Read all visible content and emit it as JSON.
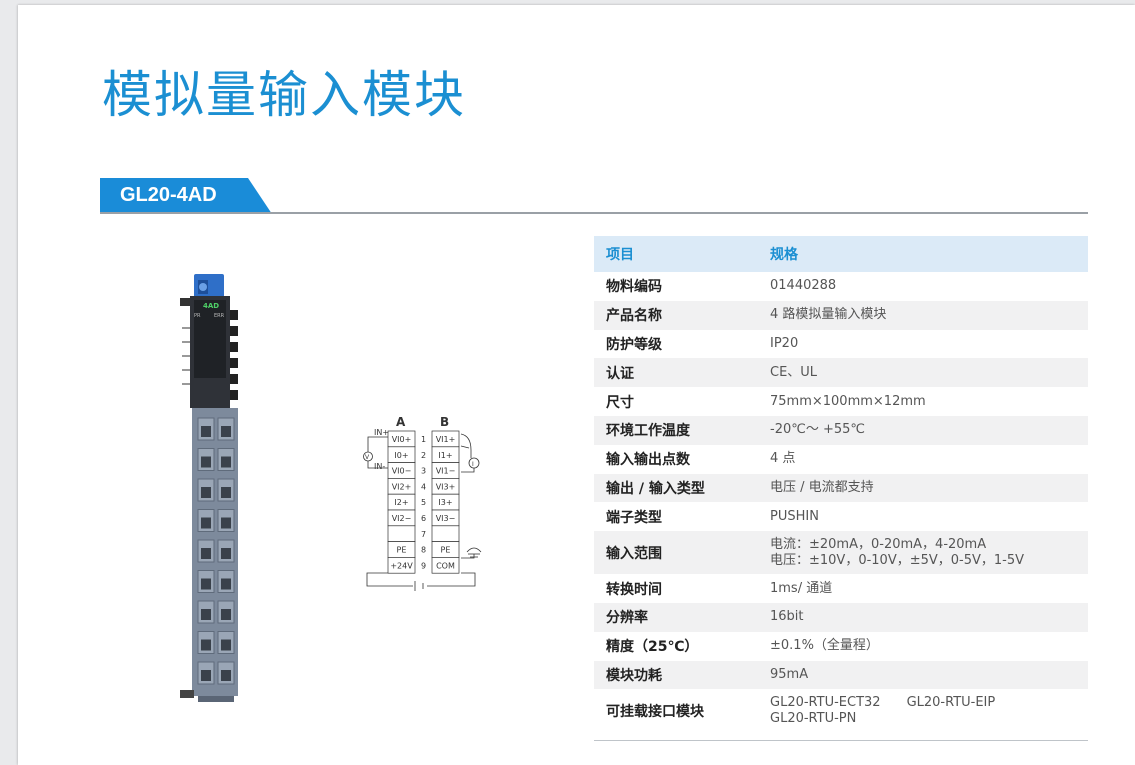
{
  "page": {
    "title": "模拟量输入模块",
    "model_tab": "GL20-4AD"
  },
  "module_image": {
    "front_label": "4AD",
    "led_labels": [
      "PR",
      "ERR"
    ]
  },
  "wiring": {
    "column_a": "A",
    "column_b": "B",
    "rows": [
      {
        "a": "VI0+",
        "num": "1",
        "b": "VI1+"
      },
      {
        "a": "I0+",
        "num": "2",
        "b": "I1+"
      },
      {
        "a": "VI0−",
        "num": "3",
        "b": "VI1−"
      },
      {
        "a": "VI2+",
        "num": "4",
        "b": "VI3+"
      },
      {
        "a": "I2+",
        "num": "5",
        "b": "I3+"
      },
      {
        "a": "VI2−",
        "num": "6",
        "b": "VI3−"
      },
      {
        "a": "",
        "num": "7",
        "b": ""
      },
      {
        "a": "PE",
        "num": "8",
        "b": "PE"
      },
      {
        "a": "+24V",
        "num": "9",
        "b": "COM"
      }
    ],
    "in_plus": "IN+",
    "in_minus": "IN-",
    "voltmeter": "V",
    "ammeter": "I"
  },
  "spec": {
    "header": {
      "key": "项目",
      "value": "规格"
    },
    "rows": [
      {
        "key": "物料编码",
        "value": "01440288"
      },
      {
        "key": "产品名称",
        "value": "4 路模拟量输入模块"
      },
      {
        "key": "防护等级",
        "value": "IP20"
      },
      {
        "key": "认证",
        "value": "CE、UL"
      },
      {
        "key": "尺寸",
        "value": "75mm×100mm×12mm"
      },
      {
        "key": "环境工作温度",
        "value": "-20℃～ +55℃"
      },
      {
        "key": "输入输出点数",
        "value": "4 点"
      },
      {
        "key": "输出 / 输入类型",
        "value": "电压 / 电流都支持"
      },
      {
        "key": "端子类型",
        "value": "PUSHIN"
      },
      {
        "key": "输入范围",
        "value_line1": "电流：±20mA，0-20mA，4-20mA",
        "value_line2": "电压：±10V，0-10V，±5V，0-5V，1-5V"
      },
      {
        "key": "转换时间",
        "value": "1ms/ 通道"
      },
      {
        "key": "分辨率",
        "value": "16bit"
      },
      {
        "key": "精度（25℃）",
        "value": "±0.1%（全量程）"
      },
      {
        "key": "模块功耗",
        "value": "95mA"
      },
      {
        "key": "可挂载接口模块",
        "value_a": "GL20-RTU-ECT32",
        "value_b": "GL20-RTU-EIP",
        "value_c": "GL20-RTU-PN"
      }
    ]
  }
}
